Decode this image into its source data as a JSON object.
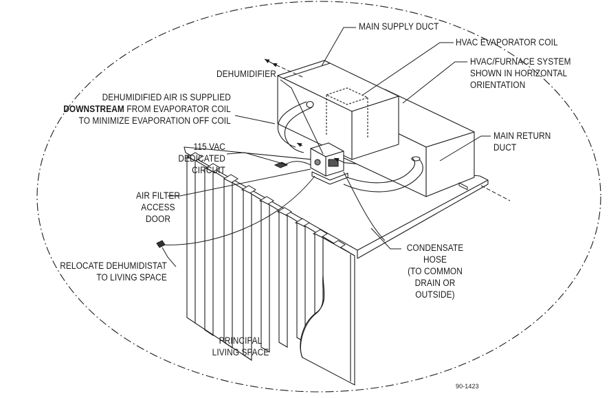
{
  "labels": {
    "main_supply_duct": "MAIN SUPPLY DUCT",
    "hvac_evaporator_coil": "HVAC EVAPORATOR COIL",
    "hvac_furnace": [
      "HVAC/FURNACE SYSTEM",
      "SHOWN IN HORIZONTAL",
      "ORIENTATION"
    ],
    "dehumidifier": "DEHUMIDIFIER",
    "supplied_air": {
      "line1": "DEHUMIDIFIED AIR IS SUPPLIED",
      "line2_bold": "DOWNSTREAM",
      "line2_rest": " FROM EVAPORATOR COIL",
      "line3": "TO MINIMIZE EVAPORATION OFF COIL"
    },
    "circuit": [
      "115 VAC",
      "DEDICATED",
      "CIRCUIT"
    ],
    "main_return_duct": [
      "MAIN RETURN",
      "DUCT"
    ],
    "air_filter": [
      "AIR FILTER",
      "ACCESS",
      "DOOR"
    ],
    "condensate_hose": [
      "CONDENSATE",
      "HOSE",
      "(TO COMMON",
      "DRAIN OR",
      "OUTSIDE)"
    ],
    "dehumidistat": [
      "RELOCATE DEHUMIDISTAT",
      "TO LIVING SPACE"
    ],
    "living_space": [
      "PRINCIPAL",
      "LIVING SPACE"
    ],
    "figure_number": "90-1423"
  },
  "colors": {
    "line": "#1a1a1a",
    "background": "#ffffff"
  }
}
